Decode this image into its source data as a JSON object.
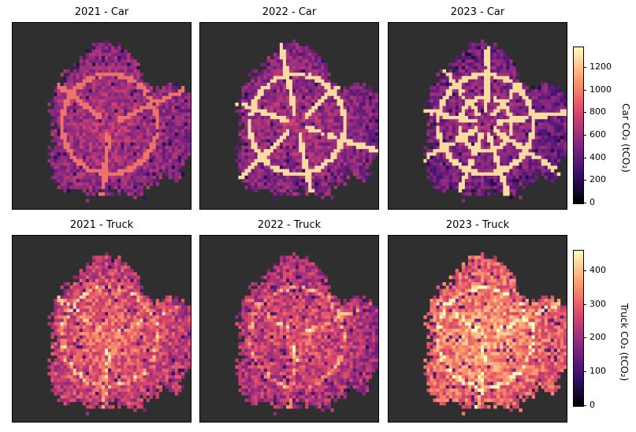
{
  "panels": [
    {
      "title": "2021 - Car",
      "vehicle": "car",
      "year": "2021"
    },
    {
      "title": "2022 - Car",
      "vehicle": "car",
      "year": "2022"
    },
    {
      "title": "2023 - Car",
      "vehicle": "car",
      "year": "2023"
    },
    {
      "title": "2021 - Truck",
      "vehicle": "truck",
      "year": "2021"
    },
    {
      "title": "2022 - Truck",
      "vehicle": "truck",
      "year": "2022"
    },
    {
      "title": "2023 - Truck",
      "vehicle": "truck",
      "year": "2023"
    }
  ],
  "colorbars": {
    "car": {
      "label": "Car CO₂ (tCO₂)",
      "min": 0,
      "max": 1380,
      "ticks": [
        "0",
        "200",
        "400",
        "600",
        "800",
        "1000",
        "1200"
      ]
    },
    "truck": {
      "label": "Truck CO₂ (tCO₂)",
      "min": 0,
      "max": 460,
      "ticks": [
        "0",
        "100",
        "200",
        "300",
        "400"
      ]
    }
  },
  "colormap": [
    "#000004",
    "#3b0f70",
    "#8c2981",
    "#de4968",
    "#fe9f6d",
    "#fcfdbf"
  ],
  "map_background": "#2f2f2f"
}
